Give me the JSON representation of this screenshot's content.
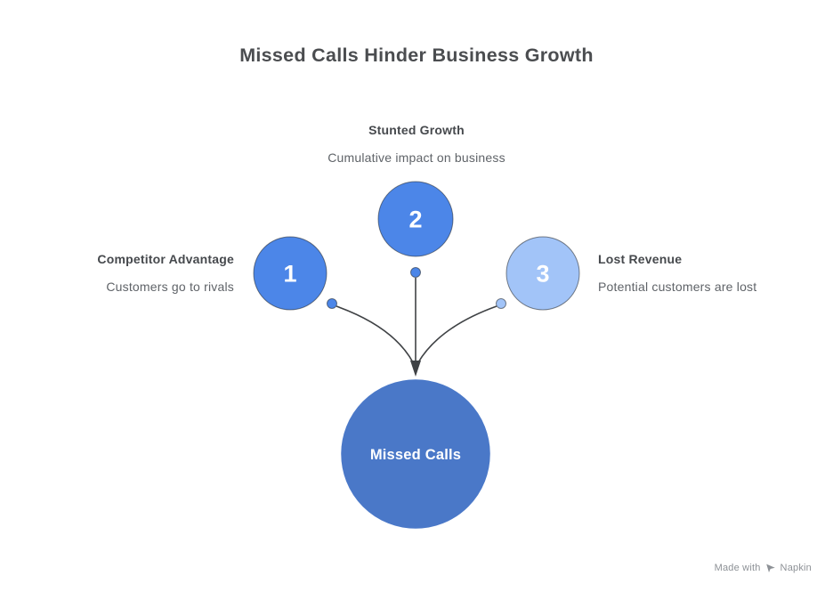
{
  "title": "Missed Calls Hinder Business Growth",
  "nodes": [
    {
      "number": "1",
      "heading": "Competitor Advantage",
      "subheading": "Customers go to rivals",
      "fill": "#4C86E8"
    },
    {
      "number": "2",
      "heading": "Stunted Growth",
      "subheading": "Cumulative impact on business",
      "fill": "#4C86E8"
    },
    {
      "number": "3",
      "heading": "Lost Revenue",
      "subheading": "Potential customers are lost",
      "fill": "#A2C4F8"
    }
  ],
  "center_node": {
    "label": "Missed Calls",
    "fill": "#4A78C8"
  },
  "connector_color": "#3F4245",
  "watermark": {
    "prefix": "Made with",
    "brand": "Napkin"
  }
}
